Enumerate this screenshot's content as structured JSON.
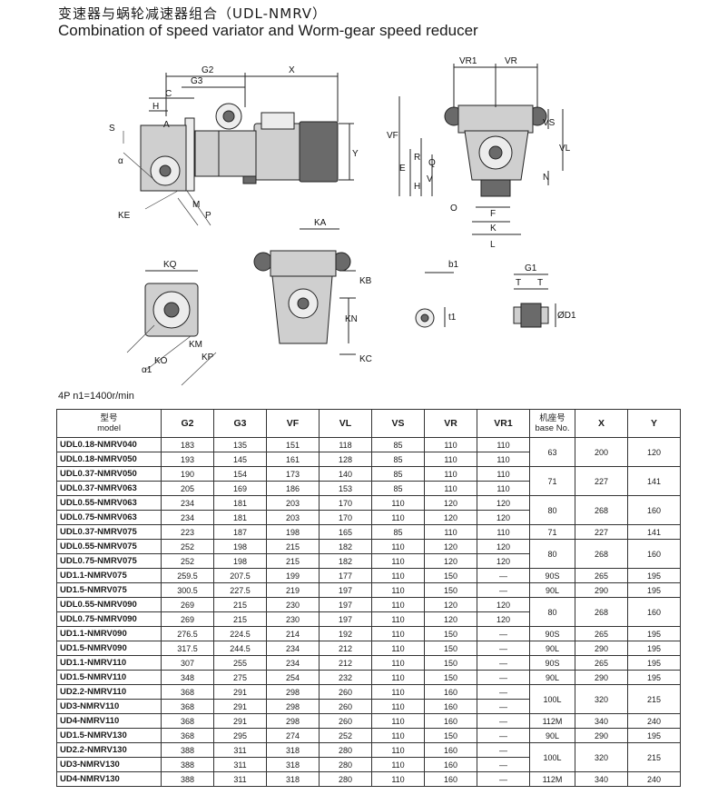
{
  "title": {
    "cn": "变速器与蜗轮减速器组合（UDL-NMRV）",
    "en": "Combination of speed variator and Worm-gear speed reducer"
  },
  "labels": {
    "G2": "G2",
    "X": "X",
    "G3": "G3",
    "C": "C",
    "H": "H",
    "A": "A",
    "S": "S",
    "alpha": "α",
    "KE": "KE",
    "M": "M",
    "P": "P",
    "Y": "Y",
    "VR1": "VR1",
    "VR": "VR",
    "VF": "VF",
    "VS": "VS",
    "VL": "VL",
    "E": "E",
    "R": "R",
    "Q": "Q",
    "H2": "H",
    "V": "V",
    "N": "N",
    "O": "O",
    "F": "F",
    "K": "K",
    "L": "L",
    "KA": "KA",
    "KB": "KB",
    "KN": "KN",
    "KC": "KC",
    "KQ": "KQ",
    "KM": "KM",
    "KP": "KP",
    "KO": "KO",
    "alpha1": "α1",
    "b1": "b1",
    "t1": "t1",
    "G1": "G1",
    "T1": "T",
    "T2": "T",
    "D1": "ØD1"
  },
  "speed_note": "4P n1=1400r/min",
  "table": {
    "headers": {
      "model_cn": "型号",
      "model_en": "model",
      "G2": "G2",
      "G3": "G3",
      "VF": "VF",
      "VL": "VL",
      "VS": "VS",
      "VR": "VR",
      "VR1": "VR1",
      "base_cn": "机座号",
      "base_en": "base No.",
      "X": "X",
      "Y": "Y"
    },
    "rows": [
      [
        "UDL0.18-NMRV040",
        "183",
        "135",
        "151",
        "118",
        "85",
        "110",
        "110"
      ],
      [
        "UDL0.18-NMRV050",
        "193",
        "145",
        "161",
        "128",
        "85",
        "110",
        "110"
      ],
      [
        "UDL0.37-NMRV050",
        "190",
        "154",
        "173",
        "140",
        "85",
        "110",
        "110"
      ],
      [
        "UDL0.37-NMRV063",
        "205",
        "169",
        "186",
        "153",
        "85",
        "110",
        "110"
      ],
      [
        "UDL0.55-NMRV063",
        "234",
        "181",
        "203",
        "170",
        "110",
        "120",
        "120"
      ],
      [
        "UDL0.75-NMRV063",
        "234",
        "181",
        "203",
        "170",
        "110",
        "120",
        "120"
      ],
      [
        "UDL0.37-NMRV075",
        "223",
        "187",
        "198",
        "165",
        "85",
        "110",
        "110"
      ],
      [
        "UDL0.55-NMRV075",
        "252",
        "198",
        "215",
        "182",
        "110",
        "120",
        "120"
      ],
      [
        "UDL0.75-NMRV075",
        "252",
        "198",
        "215",
        "182",
        "110",
        "120",
        "120"
      ],
      [
        "UD1.1-NMRV075",
        "259.5",
        "207.5",
        "199",
        "177",
        "110",
        "150",
        "—"
      ],
      [
        "UD1.5-NMRV075",
        "300.5",
        "227.5",
        "219",
        "197",
        "110",
        "150",
        "—"
      ],
      [
        "UDL0.55-NMRV090",
        "269",
        "215",
        "230",
        "197",
        "110",
        "120",
        "120"
      ],
      [
        "UDL0.75-NMRV090",
        "269",
        "215",
        "230",
        "197",
        "110",
        "120",
        "120"
      ],
      [
        "UD1.1-NMRV090",
        "276.5",
        "224.5",
        "214",
        "192",
        "110",
        "150",
        "—"
      ],
      [
        "UD1.5-NMRV090",
        "317.5",
        "244.5",
        "234",
        "212",
        "110",
        "150",
        "—"
      ],
      [
        "UD1.1-NMRV110",
        "307",
        "255",
        "234",
        "212",
        "110",
        "150",
        "—"
      ],
      [
        "UD1.5-NMRV110",
        "348",
        "275",
        "254",
        "232",
        "110",
        "150",
        "—"
      ],
      [
        "UD2.2-NMRV110",
        "368",
        "291",
        "298",
        "260",
        "110",
        "160",
        "—"
      ],
      [
        "UD3-NMRV110",
        "368",
        "291",
        "298",
        "260",
        "110",
        "160",
        "—"
      ],
      [
        "UD4-NMRV110",
        "368",
        "291",
        "298",
        "260",
        "110",
        "160",
        "—"
      ],
      [
        "UD1.5-NMRV130",
        "368",
        "295",
        "274",
        "252",
        "110",
        "150",
        "—"
      ],
      [
        "UD2.2-NMRV130",
        "388",
        "311",
        "318",
        "280",
        "110",
        "160",
        "—"
      ],
      [
        "UD3-NMRV130",
        "388",
        "311",
        "318",
        "280",
        "110",
        "160",
        "—"
      ],
      [
        "UD4-NMRV130",
        "388",
        "311",
        "318",
        "280",
        "110",
        "160",
        "—"
      ]
    ],
    "base_groups": [
      {
        "span": 2,
        "base": "63",
        "x": "200",
        "y": "120"
      },
      {
        "span": 2,
        "base": "71",
        "x": "227",
        "y": "141"
      },
      {
        "span": 2,
        "base": "80",
        "x": "268",
        "y": "160"
      },
      {
        "span": 1,
        "base": "71",
        "x": "227",
        "y": "141"
      },
      {
        "span": 2,
        "base": "80",
        "x": "268",
        "y": "160"
      },
      {
        "span": 1,
        "base": "90S",
        "x": "265",
        "y": "195"
      },
      {
        "span": 1,
        "base": "90L",
        "x": "290",
        "y": "195"
      },
      {
        "span": 2,
        "base": "80",
        "x": "268",
        "y": "160"
      },
      {
        "span": 1,
        "base": "90S",
        "x": "265",
        "y": "195"
      },
      {
        "span": 1,
        "base": "90L",
        "x": "290",
        "y": "195"
      },
      {
        "span": 1,
        "base": "90S",
        "x": "265",
        "y": "195"
      },
      {
        "span": 1,
        "base": "90L",
        "x": "290",
        "y": "195"
      },
      {
        "span": 2,
        "base": "100L",
        "x": "320",
        "y": "215"
      },
      {
        "span": 1,
        "base": "112M",
        "x": "340",
        "y": "240"
      },
      {
        "span": 1,
        "base": "90L",
        "x": "290",
        "y": "195"
      },
      {
        "span": 2,
        "base": "100L",
        "x": "320",
        "y": "215"
      },
      {
        "span": 1,
        "base": "112M",
        "x": "340",
        "y": "240"
      }
    ]
  }
}
